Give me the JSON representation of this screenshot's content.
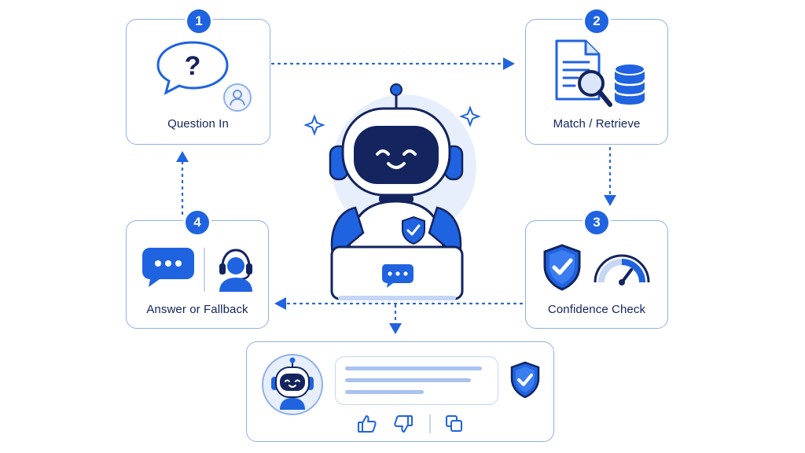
{
  "steps": [
    {
      "number": "1",
      "label": "Question In"
    },
    {
      "number": "2",
      "label": "Match / Retrieve"
    },
    {
      "number": "3",
      "label": "Confidence Check"
    },
    {
      "number": "4",
      "label": "Answer or Fallback"
    }
  ],
  "icons": {
    "step1": [
      "question-speech-bubble-icon",
      "user-avatar-icon"
    ],
    "step2": [
      "document-icon",
      "magnifier-icon",
      "database-icon"
    ],
    "step3": [
      "shield-check-icon",
      "gauge-icon"
    ],
    "step4": [
      "chat-bubble-icon",
      "support-agent-headset-icon"
    ],
    "center": [
      "robot-icon",
      "laptop-icon",
      "sparkle-icon"
    ],
    "response": [
      "robot-avatar-icon",
      "shield-check-icon",
      "thumbs-up-icon",
      "thumbs-down-icon",
      "copy-icon"
    ]
  },
  "colors": {
    "accent": "#1f63e0",
    "navy": "#13245e",
    "border": "#8fb0ea",
    "light": "#e6eefc"
  }
}
